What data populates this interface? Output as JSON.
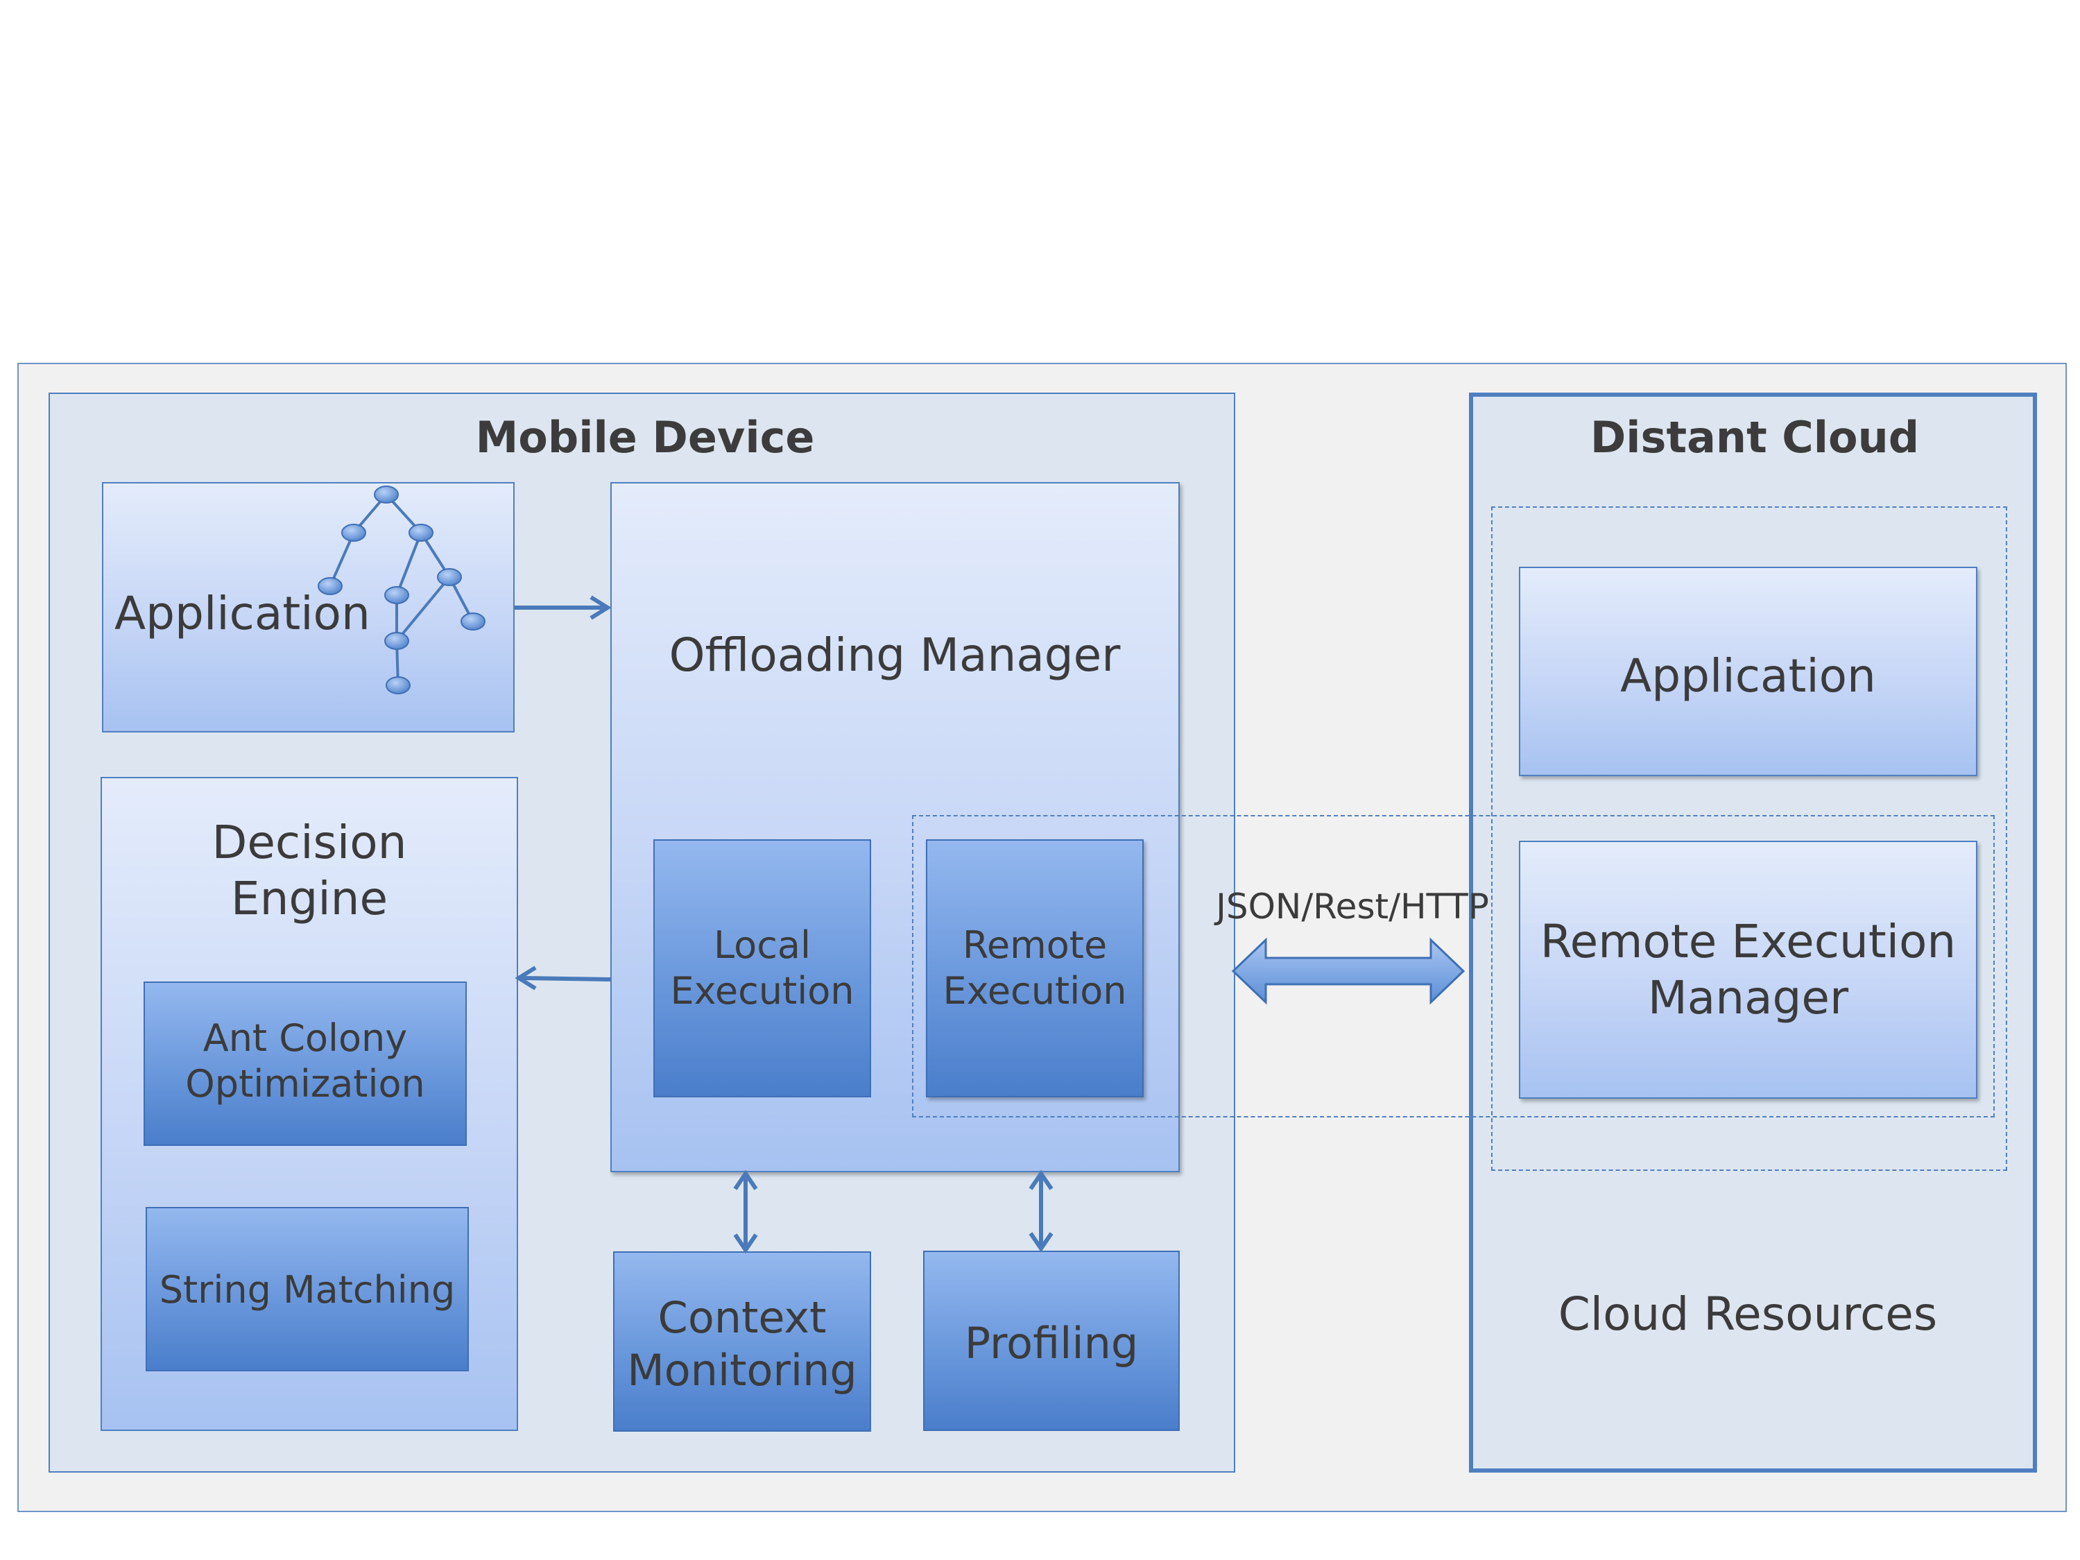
{
  "mobile_device": {
    "title": "Mobile Device",
    "application": "Application",
    "offloading_manager": "Offloading Manager",
    "local_execution": [
      "Local",
      "Execution"
    ],
    "remote_execution": [
      "Remote",
      "Execution"
    ],
    "decision_engine": [
      "Decision",
      "Engine"
    ],
    "ant_colony": [
      "Ant Colony",
      "Optimization"
    ],
    "string_matching": "String Matching",
    "context_monitoring": [
      "Context",
      "Monitoring"
    ],
    "profiling": "Profiling"
  },
  "connection": {
    "protocol": "JSON/Rest/HTTP"
  },
  "distant_cloud": {
    "title": "Distant Cloud",
    "application": "Application",
    "remote_execution_manager": [
      "Remote Execution",
      "Manager"
    ],
    "cloud_resources": "Cloud Resources"
  },
  "colors": {
    "frame_border": "#4f7fc0",
    "panel_fill": "#dde6f0",
    "box_light_top": "#e4ecfb",
    "box_dark_bottom": "#4a7ecb",
    "arrow": "#4a7ab9"
  }
}
